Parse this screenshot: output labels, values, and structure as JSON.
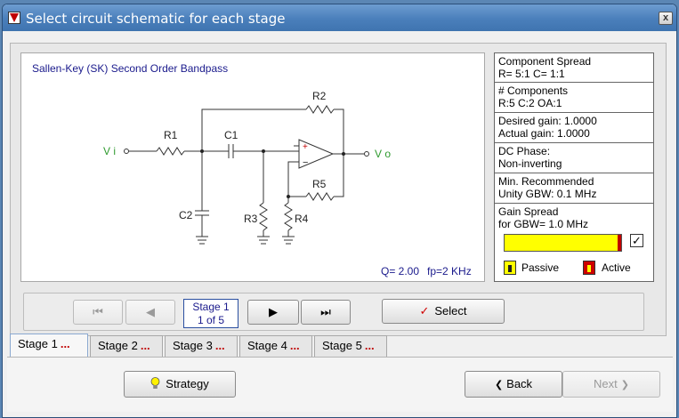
{
  "window": {
    "title": "Select circuit schematic for each stage",
    "close_label": "x"
  },
  "schematic": {
    "title": "Sallen-Key (SK) Second Order Bandpass",
    "labels": {
      "R1": "R1",
      "R2": "R2",
      "R3": "R3",
      "R4": "R4",
      "R5": "R5",
      "C1": "C1",
      "C2": "C2",
      "vi": "V i",
      "vo": "V o",
      "plus": "+",
      "minus": "−"
    },
    "q": "Q= 2.00",
    "fp": "fp=2 KHz"
  },
  "info": {
    "spread_title": "Component Spread",
    "spread_values": "R= 5:1   C= 1:1",
    "count_title": "# Components",
    "count_values": "R:5   C:2   OA:1",
    "desired_gain": "Desired gain: 1.0000",
    "actual_gain": "Actual gain: 1.0000",
    "phase_title": "DC Phase:",
    "phase_value": "Non-inverting",
    "gbw_title": "Min. Recommended",
    "gbw_value": "Unity GBW:  0.1 MHz",
    "gain_spread_title": "Gain Spread",
    "gain_spread_for": "for GBW= 1.0 MHz",
    "gain_spread_check": "✓",
    "passive_label": "Passive",
    "active_label": "Active"
  },
  "nav": {
    "first_icon": "⏮",
    "prev_icon": "◀",
    "next_icon": "▶",
    "last_icon": "⏭",
    "stage_line1": "Stage 1",
    "stage_line2": "1 of 5",
    "select_label": "Select",
    "select_check": "✓"
  },
  "tabs": [
    {
      "label": "Stage 1",
      "dots": "..."
    },
    {
      "label": "Stage 2",
      "dots": "..."
    },
    {
      "label": "Stage 3",
      "dots": "..."
    },
    {
      "label": "Stage 4",
      "dots": "..."
    },
    {
      "label": "Stage 5",
      "dots": "..."
    }
  ],
  "footer": {
    "strategy_label": "Strategy",
    "back_label": "Back",
    "next_label": "Next"
  }
}
